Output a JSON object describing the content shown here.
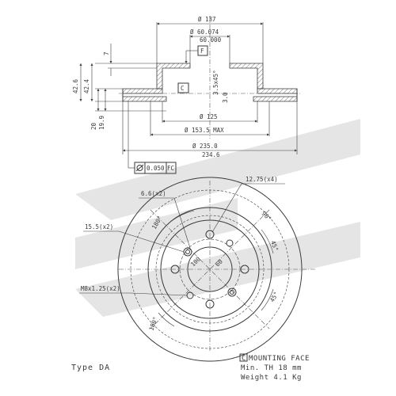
{
  "section_view": {
    "d_137": "Ø 137",
    "d_60_074": "Ø 60.074",
    "d_60_000": "60.000",
    "h_7": "7",
    "h_42_6": "42.6",
    "h_42_4": "42.4",
    "h_20": "20",
    "h_19_9": "19.9",
    "d_125": "Ø 125",
    "d_153_5": "Ø 153.5 MAX",
    "d_235_0": "Ø 235.0",
    "d_234_6": "234.6",
    "chamfer": "3.5x45°",
    "depth": "3.0",
    "datum_f": "F",
    "datum_c": "C",
    "tolerance_value": "0.050",
    "tolerance_ref": "FC"
  },
  "plan_view": {
    "bolt_holes": "12.75(x4)",
    "hole_6_6": "6.6(x2)",
    "hole_15_5": "15.5(x2)",
    "thread": "M8x1.25(x2)",
    "pcd_100": "100",
    "angle_60": "60",
    "angle_90": "90°",
    "angle_45_a": "45°",
    "angle_45_b": "45°",
    "angle_180_a": "180°",
    "angle_180_b": "180°"
  },
  "footer": {
    "type_label": "Type DA",
    "mounting_box": "C",
    "mounting_face": "MOUNTING FACE",
    "min_th": "Min. TH 18  mm",
    "weight": "Weight 4.1  Kg"
  }
}
